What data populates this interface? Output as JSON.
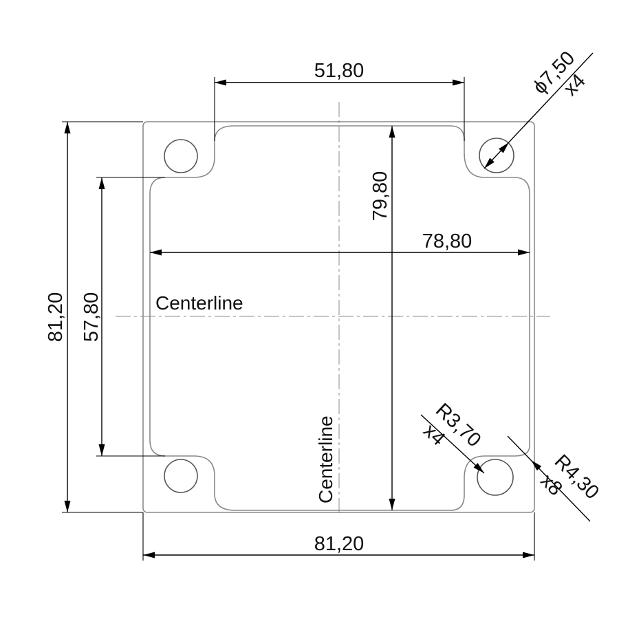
{
  "dimensions": {
    "top_width": "51,80",
    "inner_height": "79,80",
    "inner_width": "78,80",
    "outer_height": "81,20",
    "flange_height": "57,80",
    "outer_width": "81,20",
    "hole_diameter": "ϕ7,50",
    "hole_count": "x4",
    "corner_radius_inner": "R3,70",
    "corner_radius_inner_count": "x4",
    "corner_radius_outer": "R4,30",
    "corner_radius_outer_count": "x8"
  },
  "labels": {
    "centerline_horizontal": "Centerline",
    "centerline_vertical": "Centerline"
  },
  "colors": {
    "part_outline": "#8a8a8a",
    "dimension_line": "#000000"
  }
}
